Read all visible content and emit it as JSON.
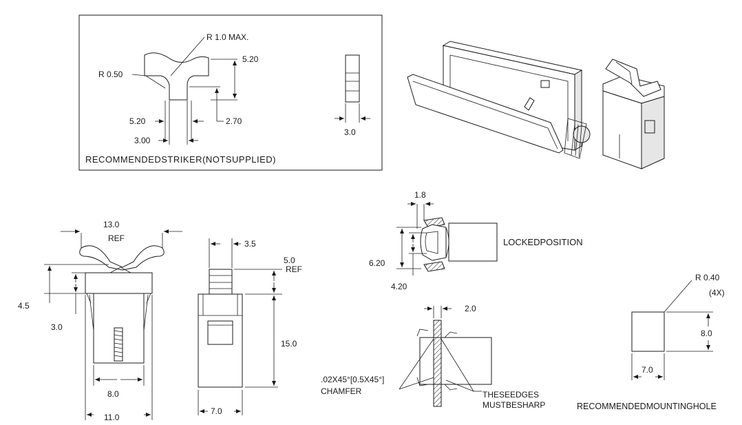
{
  "striker": {
    "r_max": "R 1.0   MAX.",
    "r050": "R 0.50",
    "d520_top": "5.20",
    "d520_left": "5.20",
    "d270": "2.70",
    "d300": "3.00",
    "d30": "3.0",
    "caption": "RECOMMENDEDSTRIKER(NOTSUPPLIED)"
  },
  "front_view": {
    "d130": "13.0",
    "ref": "REF",
    "d45": "4.5",
    "d30": "3.0",
    "d80": "8.0",
    "d110": "11.0"
  },
  "side_view": {
    "d35": "3.5",
    "d50": "5.0",
    "ref": "REF",
    "d150": "15.0",
    "d70": "7.0"
  },
  "locked": {
    "d18": "1.8",
    "d620": "6.20",
    "d420": "4.20",
    "caption": "LOCKEDPOSITION"
  },
  "section": {
    "d20": "2.0",
    "chamfer_1": ".02X45°[0.5X45°]",
    "chamfer_2": "CHAMFER",
    "edges_1": "THESEEDGES",
    "edges_2": "MUSTBESHARP"
  },
  "mounting": {
    "r040": "R 0.40",
    "r4x": "(4X)",
    "d80": "8.0",
    "d70": "7.0",
    "caption": "RECOMMENDEDMOUNTINGHOLE"
  }
}
